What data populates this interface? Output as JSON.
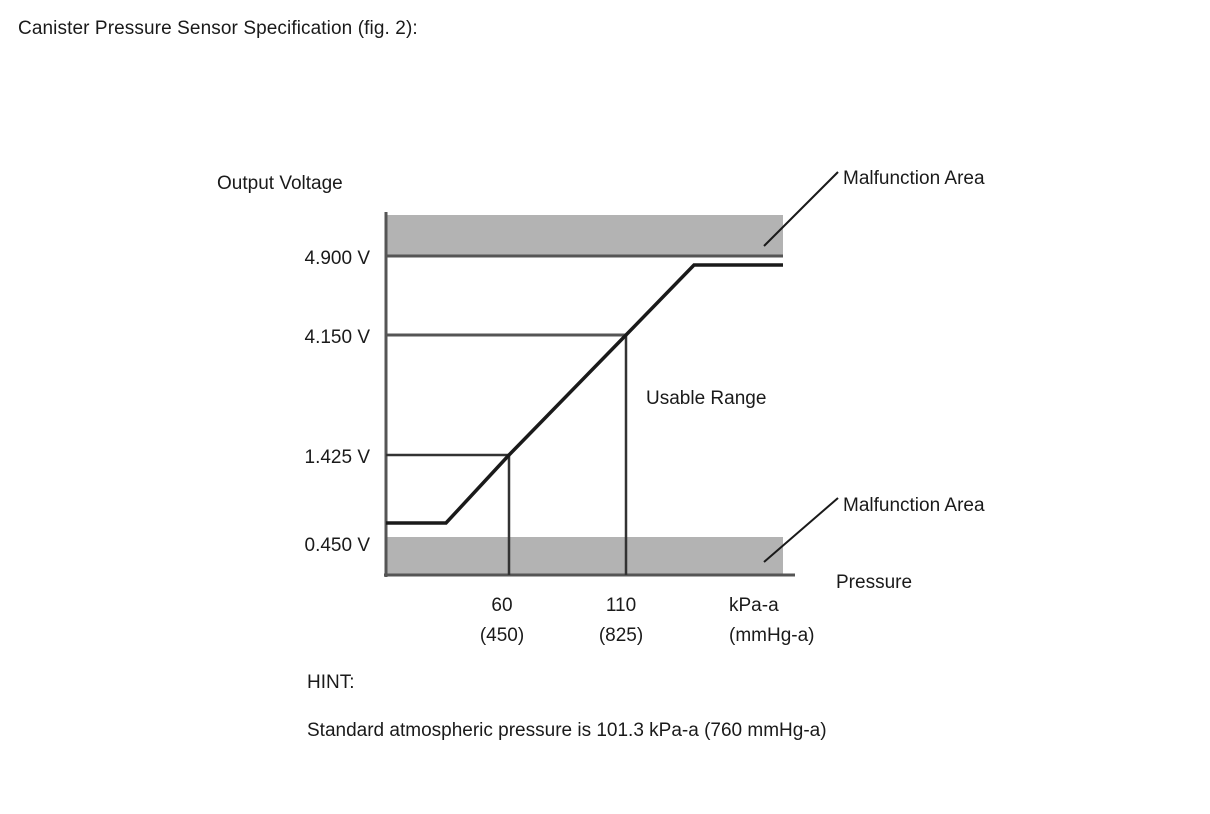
{
  "figure": {
    "title": "Canister Pressure Sensor Specification (fig. 2):"
  },
  "hint": {
    "label": "HINT:",
    "text": "Standard atmospheric pressure is 101.3 kPa-a (760 mmHg-a)"
  },
  "annotations": {
    "usable_range": "Usable Range",
    "malfunction_upper": "Malfunction Area",
    "malfunction_lower": "Malfunction Area"
  },
  "colors": {
    "malfunction_band": "#b3b3b3",
    "line": "#1a1a1a",
    "guide": "#555555"
  },
  "chart_data": {
    "type": "line",
    "title": "Canister Pressure Sensor Specification (fig. 2):",
    "xlabel": "Pressure",
    "ylabel": "Output Voltage",
    "x_unit_primary": "kPa-a",
    "x_unit_secondary": "(mmHg-a)",
    "y_unit": "V",
    "grid": false,
    "legend": "none",
    "xlim": [
      0,
      160
    ],
    "ylim": [
      0,
      5.35
    ],
    "y_ticks": [
      "0.450 V",
      "1.425 V",
      "4.150 V",
      "4.900 V"
    ],
    "y_tick_values": [
      0.45,
      1.425,
      4.15,
      4.9
    ],
    "x_ticks": [
      {
        "kpa": "60",
        "mmhg": "(450)",
        "value": 60
      },
      {
        "kpa": "110",
        "mmhg": "(825)",
        "value": 110
      }
    ],
    "x_unit_tick": {
      "kpa": "kPa-a",
      "mmhg": "(mmHg-a)"
    },
    "series": [
      {
        "name": "Sensor output",
        "points": [
          {
            "x": 0,
            "y": 0.45
          },
          {
            "x": 32,
            "y": 0.45
          },
          {
            "x": 60,
            "y": 1.425
          },
          {
            "x": 110,
            "y": 4.15
          },
          {
            "x": 133,
            "y": 4.9
          },
          {
            "x": 160,
            "y": 4.9
          }
        ]
      }
    ],
    "bands": [
      {
        "name": "Malfunction Area (upper)",
        "y_from": 4.9,
        "y_to": 5.35
      },
      {
        "name": "Malfunction Area (lower)",
        "y_from": 0.0,
        "y_to": 0.45
      }
    ],
    "usable_range": {
      "y_from": 0.45,
      "y_to": 4.9
    },
    "annotations": [
      {
        "text": "Usable Range",
        "x": 118,
        "y": 2.95
      },
      {
        "text": "Malfunction Area",
        "x": 165,
        "y": 5.2
      },
      {
        "text": "Malfunction Area",
        "x": 165,
        "y": 0.78
      }
    ]
  }
}
